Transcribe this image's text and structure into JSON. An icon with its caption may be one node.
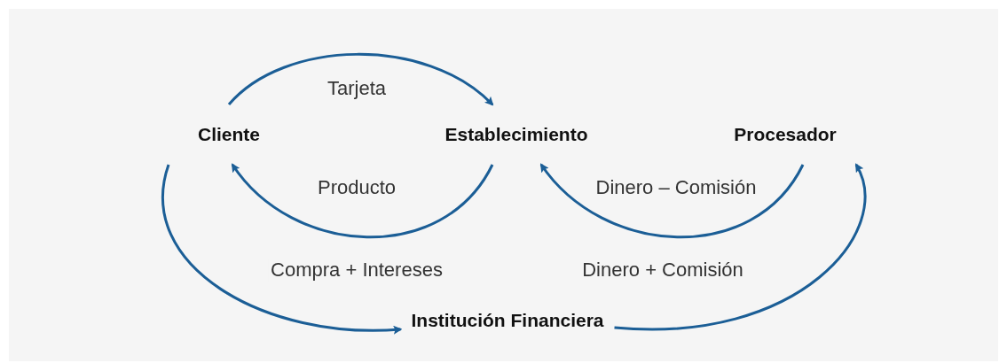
{
  "diagram": {
    "nodes": [
      {
        "text": [
          "Cliente"
        ]
      },
      {
        "text": [
          "Establecimiento"
        ]
      },
      {
        "text": [
          "Procesador"
        ]
      },
      {
        "text": [
          "Institución Financiera"
        ]
      }
    ],
    "edges": [
      {
        "from": 0,
        "to": 1,
        "arrow": "to",
        "label": "Tarjeta"
      },
      {
        "from": 1,
        "to": 0,
        "arrow": "to",
        "label": "Producto"
      },
      {
        "from": 2,
        "to": 1,
        "arrow": "to",
        "label": "Dinero – Comisión"
      },
      {
        "from": 0,
        "to": 3,
        "arrow": "to",
        "label": "Compra + Intereses"
      },
      {
        "from": 3,
        "to": 2,
        "arrow": "to",
        "label": "Dinero + Comisión"
      }
    ]
  }
}
